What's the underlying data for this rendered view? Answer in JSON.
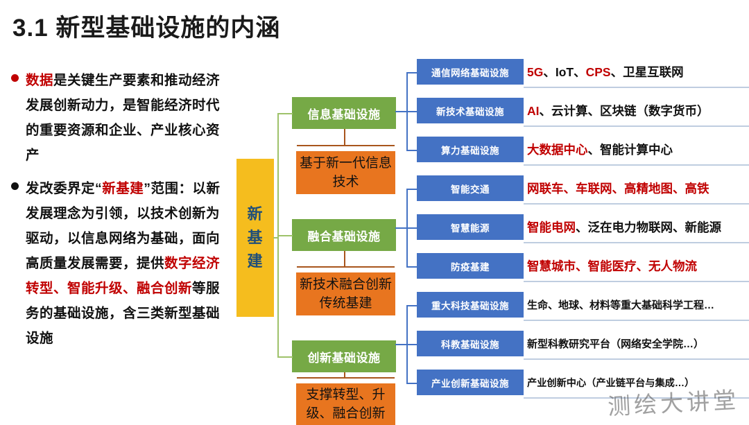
{
  "slide": {
    "title": "3.1 新型基础设施的内涵",
    "watermark": "测绘大讲堂"
  },
  "left_body": {
    "bullets": [
      {
        "dot_color": "#c00000",
        "segments": [
          {
            "text": "数据",
            "color": "#c00000"
          },
          {
            "text": "是关键生产要素和推动经济发展创新动力，是智能经济时代的重要资源和企业、产业核心资产",
            "color": "#111111"
          }
        ]
      },
      {
        "dot_color": "#111111",
        "segments": [
          {
            "text": "发改委界定“",
            "color": "#111111"
          },
          {
            "text": "新基建",
            "color": "#c00000"
          },
          {
            "text": "”范围：以新发展理念为引领，以技术创新为驱动，以信息网络为基础，面向高质量发展需要，提供",
            "color": "#111111"
          },
          {
            "text": "数字经济转型、智能升级、融合创新",
            "color": "#c00000"
          },
          {
            "text": "等服务的基础设施，含三类新型基础设施",
            "color": "#111111"
          }
        ]
      }
    ]
  },
  "diagram": {
    "root": {
      "label": "新基建",
      "chars": [
        "新",
        "基",
        "建"
      ],
      "color": "#f5bd1e",
      "text_color": "#1f4e79"
    },
    "categories": [
      {
        "label": "信息基础设施",
        "color": "#76a946",
        "descriptor": "基于新一代信息技术",
        "descriptor_color": "#e8751f"
      },
      {
        "label": "融合基础设施",
        "color": "#76a946",
        "descriptor": "新技术融合创新传统基建",
        "descriptor_color": "#e8751f"
      },
      {
        "label": "创新基础设施",
        "color": "#76a946",
        "descriptor": "支撑转型、升级、融合创新",
        "descriptor_color": "#e8751f"
      }
    ],
    "leaves": [
      {
        "label": "通信网络基础设施",
        "value_segments": [
          {
            "text": "5G",
            "color": "#c00000"
          },
          {
            "text": "、",
            "color": "#111111"
          },
          {
            "text": "IoT",
            "color": "#111111"
          },
          {
            "text": "、",
            "color": "#111111"
          },
          {
            "text": "CPS",
            "color": "#c00000"
          },
          {
            "text": "、卫星互联网",
            "color": "#111111"
          }
        ]
      },
      {
        "label": "新技术基础设施",
        "value_segments": [
          {
            "text": "AI",
            "color": "#c00000"
          },
          {
            "text": "、云计算、区块链（数字货币）",
            "color": "#111111"
          }
        ]
      },
      {
        "label": "算力基础设施",
        "value_segments": [
          {
            "text": "大数据中心",
            "color": "#c00000"
          },
          {
            "text": "、智能计算中心",
            "color": "#111111"
          }
        ]
      },
      {
        "label": "智能交通",
        "value_segments": [
          {
            "text": "网联车、车联网、高精地图、高铁",
            "color": "#c00000"
          }
        ]
      },
      {
        "label": "智慧能源",
        "value_segments": [
          {
            "text": "智能电网",
            "color": "#c00000"
          },
          {
            "text": "、泛在电力物联网、新能源",
            "color": "#111111"
          }
        ]
      },
      {
        "label": "防疫基建",
        "value_segments": [
          {
            "text": "智慧城市、智能医疗、无人物流",
            "color": "#c00000"
          }
        ]
      },
      {
        "label": "重大科技基础设施",
        "value_segments": [
          {
            "text": "生命、地球、材料等重大基础科学工程…",
            "color": "#111111"
          }
        ]
      },
      {
        "label": "科教基础设施",
        "value_segments": [
          {
            "text": "新型科教研究平台（网络安全学院…）",
            "color": "#111111"
          }
        ]
      },
      {
        "label": "产业创新基础设施",
        "value_segments": [
          {
            "text": "产业创新中心（产业链平台与集成…）",
            "color": "#111111"
          }
        ]
      }
    ],
    "leaf_color": "#4472c4",
    "connector_colors": {
      "green": "#9ec26a",
      "blue": "#4472c4",
      "orange": "#a8551c"
    }
  }
}
